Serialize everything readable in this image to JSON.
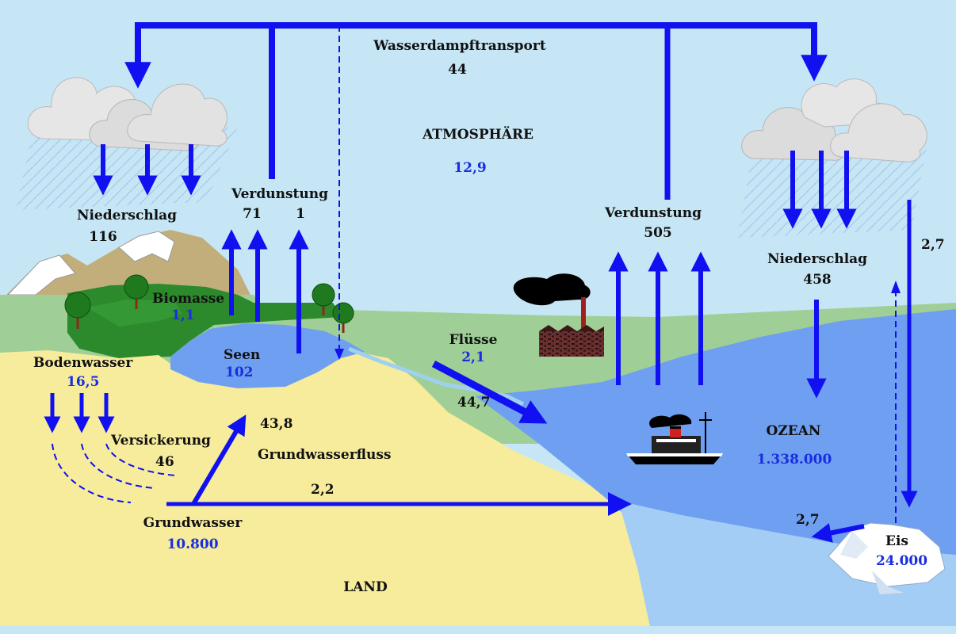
{
  "colors": {
    "sky": "#c6e6f6",
    "land": "#f6ec9c",
    "ocean": "#6f9ff0",
    "shallow_water": "#a4cdf5",
    "lake": "#6f9ff0",
    "green": "#9fcf96",
    "forest": "#2c8a2c",
    "arrow": "#1010f0",
    "value_blue": "#1a2ee0"
  },
  "icons": [
    "cloud-icon",
    "tree-icon",
    "mountain-icon",
    "factory-icon",
    "ship-icon",
    "iceberg-icon"
  ],
  "labels": {
    "vapor_transport": "Wasserdampftransport",
    "vapor_transport_value": "44",
    "atmosphere": "ATMOSPHÄRE",
    "atmosphere_value": "12,9",
    "evaporation_land": "Verdunstung",
    "evaporation_land_value_a": "71",
    "evaporation_land_value_b": "1",
    "precip_land": "Niederschlag",
    "precip_land_value": "116",
    "evaporation_ocean": "Verdunstung",
    "evaporation_ocean_value": "505",
    "precip_ocean": "Niederschlag",
    "precip_ocean_value": "458",
    "ice_flow_value": "2,7",
    "biomass": "Biomasse",
    "biomass_value": "1,1",
    "lakes": "Seen",
    "lakes_value": "102",
    "rivers": "Flüsse",
    "rivers_value": "2,1",
    "river_flow_value": "44,7",
    "soil_water": "Bodenwasser",
    "soil_water_value": "16,5",
    "infiltration": "Versickerung",
    "infiltration_value": "46",
    "gw_up_value": "43,8",
    "groundwater_flow": "Grundwasserfluss",
    "gw_ocean_value": "2,2",
    "groundwater": "Grundwasser",
    "groundwater_value": "10.800",
    "ocean": "OZEAN",
    "ocean_value": "1.338.000",
    "ice_melt_value": "2,7",
    "ice": "Eis",
    "ice_value": "24.000",
    "land": "LAND"
  }
}
